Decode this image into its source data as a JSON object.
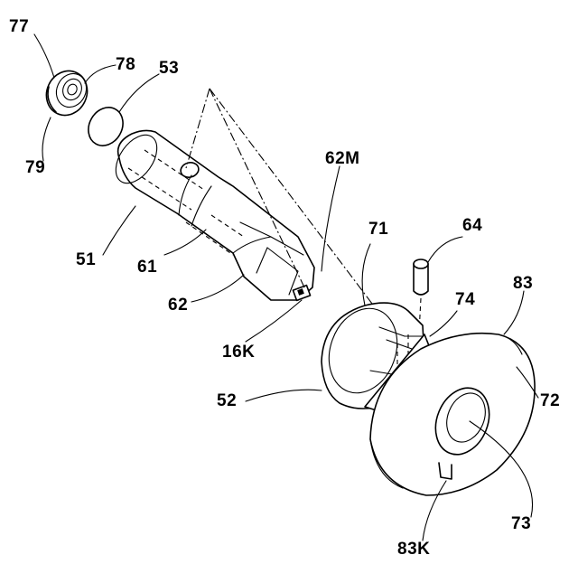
{
  "figure": {
    "labels": {
      "l77": "77",
      "l78": "78",
      "l53": "53",
      "l79": "79",
      "l62M": "62M",
      "l71": "71",
      "l64": "64",
      "l51": "51",
      "l61": "61",
      "l83": "83",
      "l74": "74",
      "l62": "62",
      "l16K": "16K",
      "l52": "52",
      "l72": "72",
      "l73": "73",
      "l83K": "83K"
    }
  }
}
